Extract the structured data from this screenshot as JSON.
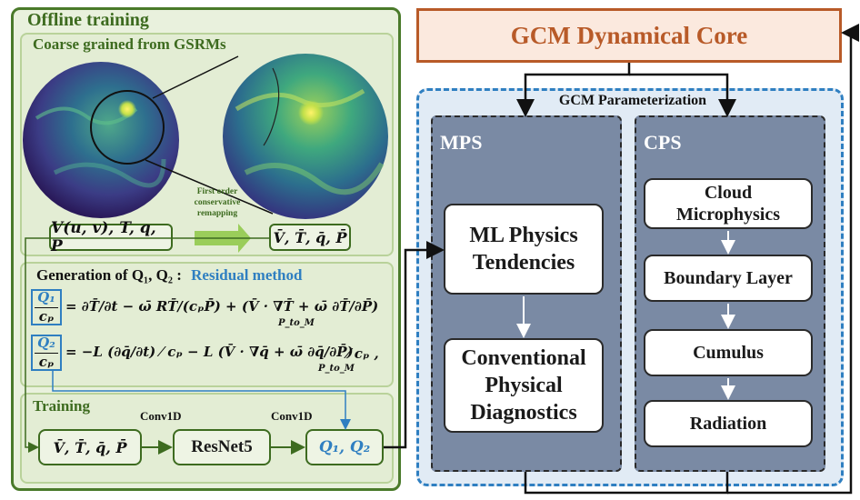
{
  "offline": {
    "title": "Offline training",
    "coarse_title": "Coarse grained from GSRMs",
    "remap_label": "First order\nconservative\nremapping",
    "input_vars": "V(u, v), T, q, P",
    "output_vars": "V̄, T̄, q̄, P̄",
    "gen_title": "Generation of Q₁, Q₂ :",
    "gen_method": "Residual method",
    "eq1_lhs_num": "Q₁",
    "eq1_lhs_den": "cₚ",
    "eq1_rhs": "= ∂T̄/∂t − ω̄ RT̄/(cₚP̄) + (V̄ · ∇T̄ + ω̄ ∂T̄/∂P̄)",
    "eq1_sub": "P_to_M",
    "eq2_lhs_num": "Q₂",
    "eq2_lhs_den": "cₚ",
    "eq2_rhs": "= −L (∂q̄/∂t) ⁄ cₚ − L (V̄ · ∇q̄ + ω̄ ∂q̄/∂P̄)",
    "eq2_sub": "P_to_M",
    "eq2_tail": "⁄ cₚ ,",
    "training_title": "Training",
    "conv1": "Conv1D",
    "conv2": "Conv1D",
    "train_in": "V̄, T̄, q̄, P̄",
    "resnet": "ResNet5",
    "train_out": "Q₁, Q₂"
  },
  "gcm": {
    "core": "GCM Dynamical Core",
    "param_title": "GCM Parameterization",
    "mps_title": "MPS",
    "cps_title": "CPS",
    "mps_items": [
      "ML Physics\nTendencies",
      "Conventional\nPhysical\nDiagnostics"
    ],
    "cps_items": [
      "Cloud\nMicrophysics",
      "Boundary Layer",
      "Cumulus",
      "Radiation"
    ]
  },
  "colors": {
    "green": "#3d6b1f",
    "blue": "#2f7fc1",
    "orange": "#b85a28",
    "slate": "#7a8aa4"
  }
}
